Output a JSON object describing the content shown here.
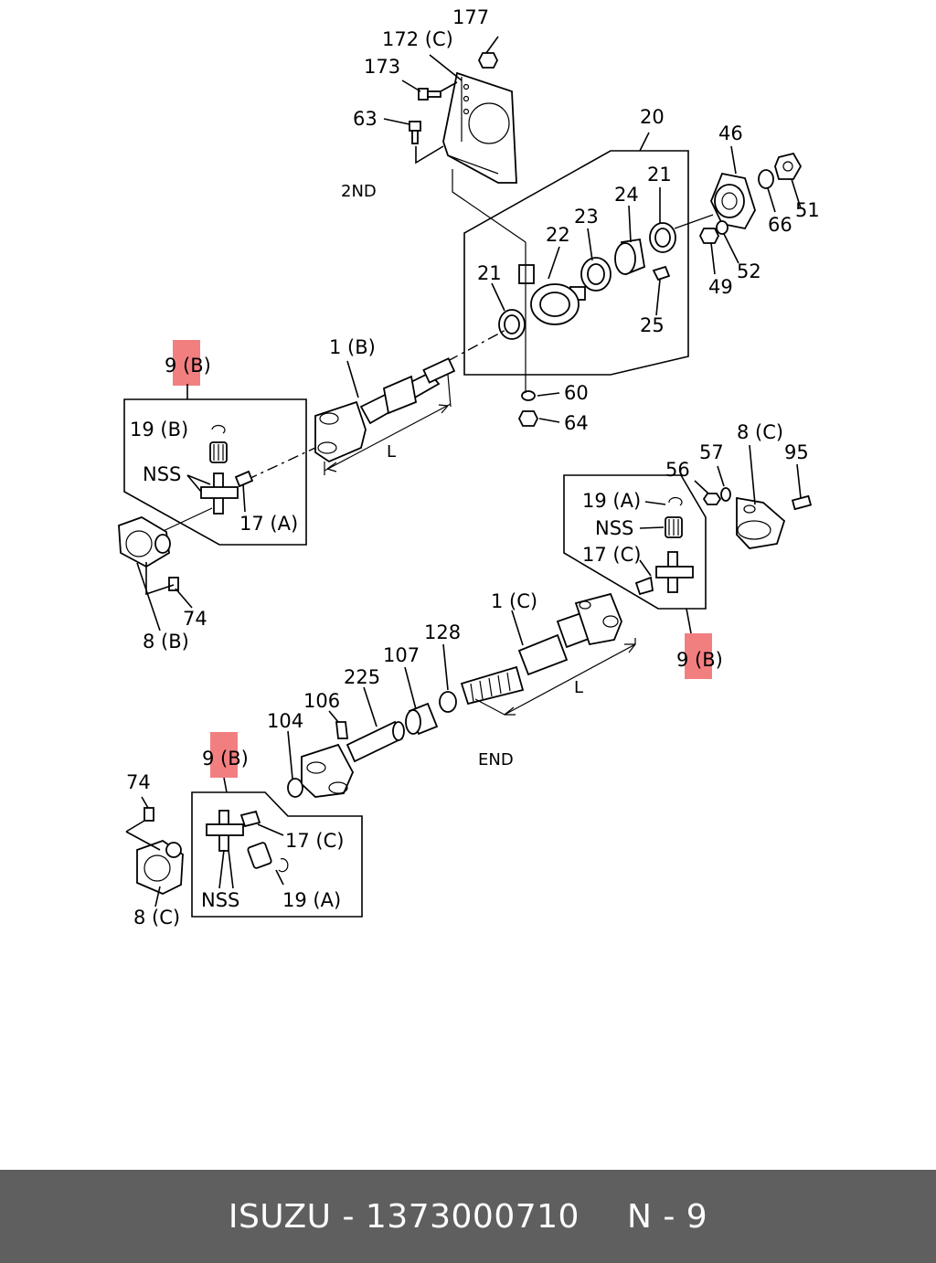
{
  "diagram": {
    "labels": {
      "p177": "177",
      "p172c": "172 (C)",
      "p173": "173",
      "p63": "63",
      "p20": "20",
      "p46": "46",
      "p21a": "21",
      "p24": "24",
      "p23": "23",
      "p22": "22",
      "p21b": "21",
      "p66": "66",
      "p51": "51",
      "p52": "52",
      "p49": "49",
      "p25": "25",
      "p60": "60",
      "p64": "64",
      "second": "2ND",
      "p1b": "1 (B)",
      "p9b_top": "9 (B)",
      "p19b": "19 (B)",
      "nss_top": "NSS",
      "p17a": "17 (A)",
      "l_top": "L",
      "p74_top": "74",
      "p8b": "8 (B)",
      "p8c_right": "8 (C)",
      "p57": "57",
      "p95": "95",
      "p56": "56",
      "p19a_right": "19 (A)",
      "nss_right": "NSS",
      "p17c_right": "17 (C)",
      "p1c": "1 (C)",
      "p9b_right": "9 (B)",
      "p128": "128",
      "p107": "107",
      "p225": "225",
      "p106": "106",
      "p104": "104",
      "l_bottom": "L",
      "end": "END",
      "p9b_bottom": "9 (B)",
      "p74_bottom": "74",
      "p17c_bottom": "17 (C)",
      "nss_bottom": "NSS",
      "p19a_bottom": "19 (A)",
      "p8c_bottom": "8 (C)"
    },
    "highlight_color": "#f27f80"
  },
  "footer": {
    "part_number": "ISUZU - 1373000710",
    "page_ref": "N - 9",
    "background": "#5f5f5f"
  }
}
